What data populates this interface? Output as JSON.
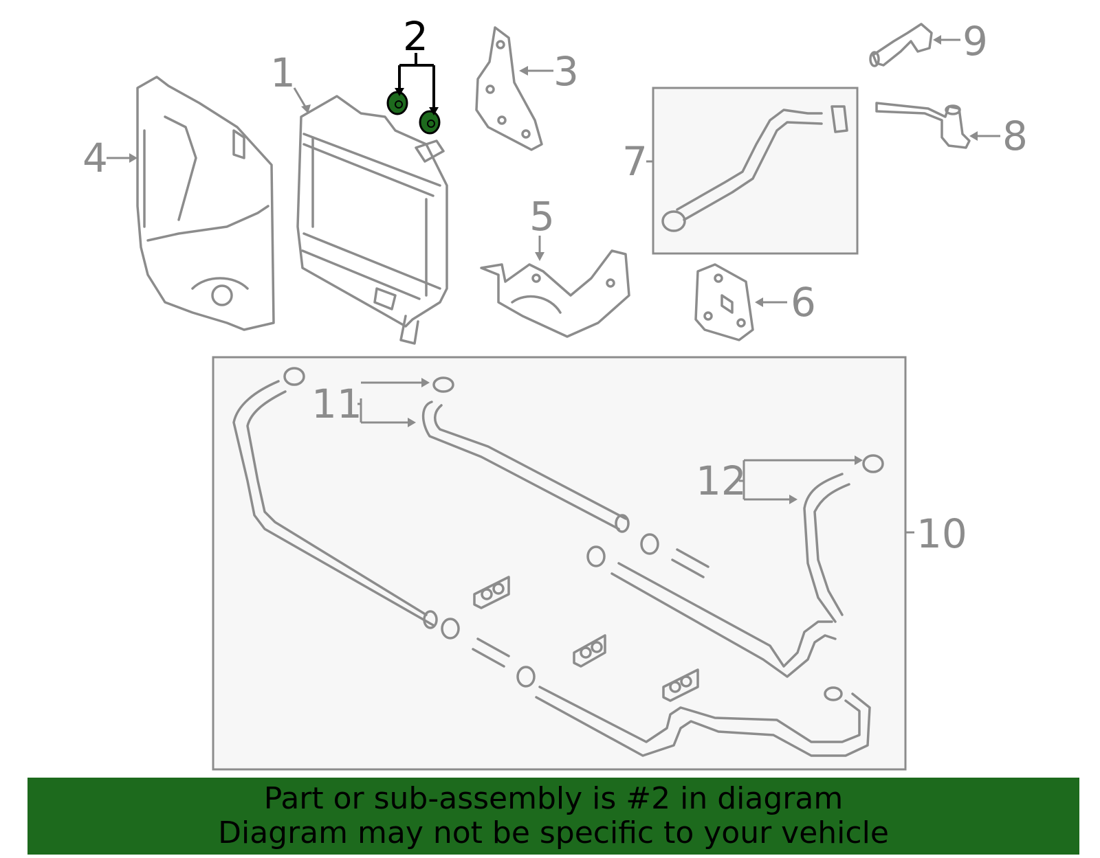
{
  "diagram": {
    "callouts": [
      {
        "id": "1",
        "label": "1",
        "highlighted": false
      },
      {
        "id": "2",
        "label": "2",
        "highlighted": true
      },
      {
        "id": "3",
        "label": "3",
        "highlighted": false
      },
      {
        "id": "4",
        "label": "4",
        "highlighted": false
      },
      {
        "id": "5",
        "label": "5",
        "highlighted": false
      },
      {
        "id": "6",
        "label": "6",
        "highlighted": false
      },
      {
        "id": "7",
        "label": "7",
        "highlighted": false
      },
      {
        "id": "8",
        "label": "8",
        "highlighted": false
      },
      {
        "id": "9",
        "label": "9",
        "highlighted": false
      },
      {
        "id": "10",
        "label": "10",
        "highlighted": false
      },
      {
        "id": "11",
        "label": "11",
        "highlighted": false
      },
      {
        "id": "12",
        "label": "12",
        "highlighted": false
      }
    ],
    "highlight_color": "#1d6a1d",
    "line_color": "#8c8c8c"
  },
  "banner": {
    "line1": "Part or sub-assembly is #2 in diagram",
    "line2": "Diagram may not be specific to your vehicle",
    "background": "#1d6a1d"
  }
}
